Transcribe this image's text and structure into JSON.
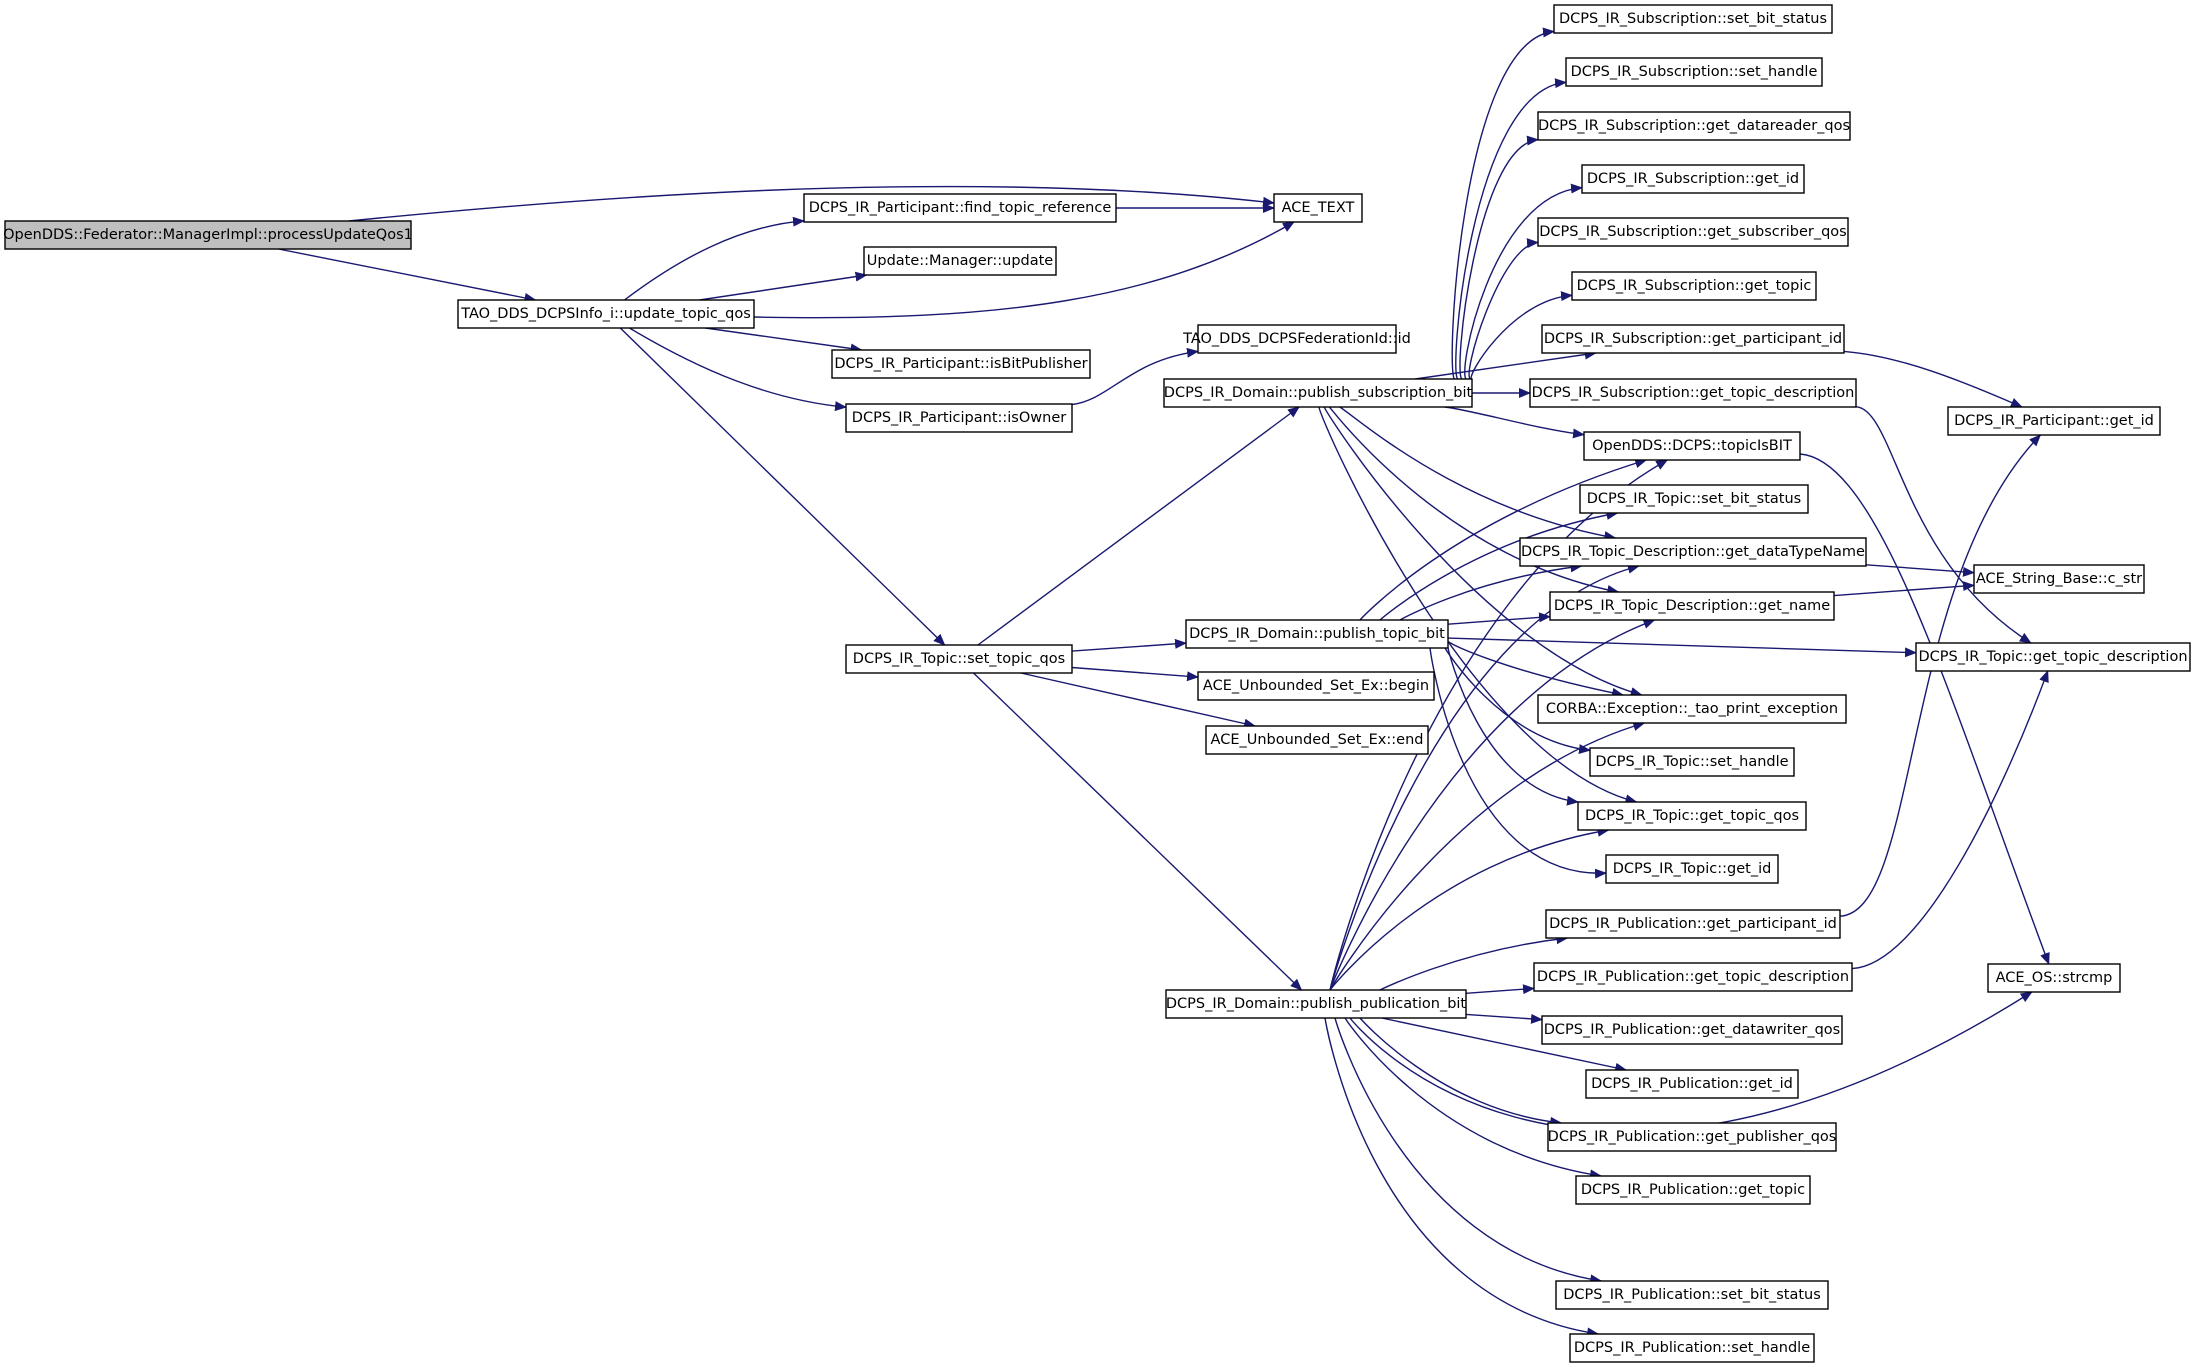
{
  "colors": {
    "edge": "#191970",
    "node_fill": "#ffffff",
    "node_border": "#000000",
    "root_fill": "#bfbfbf"
  },
  "nodes": [
    {
      "id": "root",
      "label": "OpenDDS::Federator::ManagerImpl::processUpdateQos1",
      "root": true
    },
    {
      "id": "update_topic_qos",
      "label": "TAO_DDS_DCPSInfo_i::update_topic_qos"
    },
    {
      "id": "find_topic_reference",
      "label": "DCPS_IR_Participant::find_topic_reference"
    },
    {
      "id": "ace_text",
      "label": "ACE_TEXT"
    },
    {
      "id": "manager_update",
      "label": "Update::Manager::update"
    },
    {
      "id": "isBitPublisher",
      "label": "DCPS_IR_Participant::isBitPublisher"
    },
    {
      "id": "isOwner",
      "label": "DCPS_IR_Participant::isOwner"
    },
    {
      "id": "set_topic_qos",
      "label": "DCPS_IR_Topic::set_topic_qos"
    },
    {
      "id": "federation_id",
      "label": "TAO_DDS_DCPSFederationId::id"
    },
    {
      "id": "pub_sub_bit",
      "label": "DCPS_IR_Domain::publish_subscription_bit"
    },
    {
      "id": "pub_topic_bit",
      "label": "DCPS_IR_Domain::publish_topic_bit"
    },
    {
      "id": "set_begin",
      "label": "ACE_Unbounded_Set_Ex::begin"
    },
    {
      "id": "set_end",
      "label": "ACE_Unbounded_Set_Ex::end"
    },
    {
      "id": "pub_pub_bit",
      "label": "DCPS_IR_Domain::publish_publication_bit"
    },
    {
      "id": "sub_set_bit_status",
      "label": "DCPS_IR_Subscription::set_bit_status"
    },
    {
      "id": "sub_set_handle",
      "label": "DCPS_IR_Subscription::set_handle"
    },
    {
      "id": "sub_get_datareader_qos",
      "label": "DCPS_IR_Subscription::get_datareader_qos"
    },
    {
      "id": "sub_get_id",
      "label": "DCPS_IR_Subscription::get_id"
    },
    {
      "id": "sub_get_subscriber_qos",
      "label": "DCPS_IR_Subscription::get_subscriber_qos"
    },
    {
      "id": "sub_get_topic",
      "label": "DCPS_IR_Subscription::get_topic"
    },
    {
      "id": "sub_get_participant_id",
      "label": "DCPS_IR_Subscription::get_participant_id"
    },
    {
      "id": "sub_get_topic_description",
      "label": "DCPS_IR_Subscription::get_topic_description"
    },
    {
      "id": "topicIsBIT",
      "label": "OpenDDS::DCPS::topicIsBIT"
    },
    {
      "id": "topic_set_bit_status",
      "label": "DCPS_IR_Topic::set_bit_status"
    },
    {
      "id": "td_get_dataTypeName",
      "label": "DCPS_IR_Topic_Description::get_dataTypeName"
    },
    {
      "id": "td_get_name",
      "label": "DCPS_IR_Topic_Description::get_name"
    },
    {
      "id": "tao_print_exception",
      "label": "CORBA::Exception::_tao_print_exception"
    },
    {
      "id": "topic_set_handle",
      "label": "DCPS_IR_Topic::set_handle"
    },
    {
      "id": "topic_get_topic_qos",
      "label": "DCPS_IR_Topic::get_topic_qos"
    },
    {
      "id": "topic_get_id",
      "label": "DCPS_IR_Topic::get_id"
    },
    {
      "id": "pubn_get_participant_id",
      "label": "DCPS_IR_Publication::get_participant_id"
    },
    {
      "id": "pubn_get_topic_description",
      "label": "DCPS_IR_Publication::get_topic_description"
    },
    {
      "id": "pubn_get_datawriter_qos",
      "label": "DCPS_IR_Publication::get_datawriter_qos"
    },
    {
      "id": "pubn_get_id",
      "label": "DCPS_IR_Publication::get_id"
    },
    {
      "id": "pubn_get_publisher_qos",
      "label": "DCPS_IR_Publication::get_publisher_qos"
    },
    {
      "id": "pubn_get_topic",
      "label": "DCPS_IR_Publication::get_topic"
    },
    {
      "id": "pubn_set_bit_status",
      "label": "DCPS_IR_Publication::set_bit_status"
    },
    {
      "id": "pubn_set_handle",
      "label": "DCPS_IR_Publication::set_handle"
    },
    {
      "id": "part_get_id",
      "label": "DCPS_IR_Participant::get_id"
    },
    {
      "id": "c_str",
      "label": "ACE_String_Base::c_str"
    },
    {
      "id": "topic_get_topic_description",
      "label": "DCPS_IR_Topic::get_topic_description"
    },
    {
      "id": "strcmp",
      "label": "ACE_OS::strcmp"
    }
  ],
  "edges": [
    [
      "root",
      "ace_text"
    ],
    [
      "root",
      "update_topic_qos"
    ],
    [
      "update_topic_qos",
      "find_topic_reference"
    ],
    [
      "update_topic_qos",
      "manager_update"
    ],
    [
      "update_topic_qos",
      "ace_text"
    ],
    [
      "update_topic_qos",
      "isBitPublisher"
    ],
    [
      "update_topic_qos",
      "isOwner"
    ],
    [
      "update_topic_qos",
      "set_topic_qos"
    ],
    [
      "find_topic_reference",
      "ace_text"
    ],
    [
      "isOwner",
      "federation_id"
    ],
    [
      "set_topic_qos",
      "pub_sub_bit"
    ],
    [
      "set_topic_qos",
      "pub_topic_bit"
    ],
    [
      "set_topic_qos",
      "set_begin"
    ],
    [
      "set_topic_qos",
      "set_end"
    ],
    [
      "set_topic_qos",
      "pub_pub_bit"
    ],
    [
      "pub_sub_bit",
      "sub_set_bit_status"
    ],
    [
      "pub_sub_bit",
      "sub_set_handle"
    ],
    [
      "pub_sub_bit",
      "sub_get_datareader_qos"
    ],
    [
      "pub_sub_bit",
      "sub_get_id"
    ],
    [
      "pub_sub_bit",
      "sub_get_subscriber_qos"
    ],
    [
      "pub_sub_bit",
      "sub_get_topic"
    ],
    [
      "pub_sub_bit",
      "sub_get_participant_id"
    ],
    [
      "pub_sub_bit",
      "sub_get_topic_description"
    ],
    [
      "pub_sub_bit",
      "topicIsBIT"
    ],
    [
      "pub_sub_bit",
      "td_get_dataTypeName"
    ],
    [
      "pub_sub_bit",
      "td_get_name"
    ],
    [
      "pub_sub_bit",
      "tao_print_exception"
    ],
    [
      "pub_sub_bit",
      "topic_get_topic_qos"
    ],
    [
      "pub_topic_bit",
      "topicIsBIT"
    ],
    [
      "pub_topic_bit",
      "topic_set_bit_status"
    ],
    [
      "pub_topic_bit",
      "td_get_dataTypeName"
    ],
    [
      "pub_topic_bit",
      "td_get_name"
    ],
    [
      "pub_topic_bit",
      "topic_get_topic_description"
    ],
    [
      "pub_topic_bit",
      "tao_print_exception"
    ],
    [
      "pub_topic_bit",
      "topic_set_handle"
    ],
    [
      "pub_topic_bit",
      "topic_get_topic_qos"
    ],
    [
      "pub_topic_bit",
      "topic_get_id"
    ],
    [
      "pub_pub_bit",
      "topicIsBIT"
    ],
    [
      "pub_pub_bit",
      "td_get_dataTypeName"
    ],
    [
      "pub_pub_bit",
      "td_get_name"
    ],
    [
      "pub_pub_bit",
      "tao_print_exception"
    ],
    [
      "pub_pub_bit",
      "topic_get_topic_qos"
    ],
    [
      "pub_pub_bit",
      "pubn_get_participant_id"
    ],
    [
      "pub_pub_bit",
      "pubn_get_topic_description"
    ],
    [
      "pub_pub_bit",
      "pubn_get_datawriter_qos"
    ],
    [
      "pub_pub_bit",
      "pubn_get_id"
    ],
    [
      "pub_pub_bit",
      "pubn_get_publisher_qos"
    ],
    [
      "pub_pub_bit",
      "pubn_get_topic"
    ],
    [
      "pub_pub_bit",
      "strcmp"
    ],
    [
      "pub_pub_bit",
      "pubn_set_bit_status"
    ],
    [
      "pub_pub_bit",
      "pubn_set_handle"
    ],
    [
      "sub_get_participant_id",
      "part_get_id"
    ],
    [
      "sub_get_topic_description",
      "topic_get_topic_description"
    ],
    [
      "topicIsBIT",
      "strcmp"
    ],
    [
      "td_get_dataTypeName",
      "c_str"
    ],
    [
      "td_get_name",
      "c_str"
    ],
    [
      "pubn_get_participant_id",
      "part_get_id"
    ],
    [
      "pubn_get_topic_description",
      "topic_get_topic_description"
    ]
  ]
}
